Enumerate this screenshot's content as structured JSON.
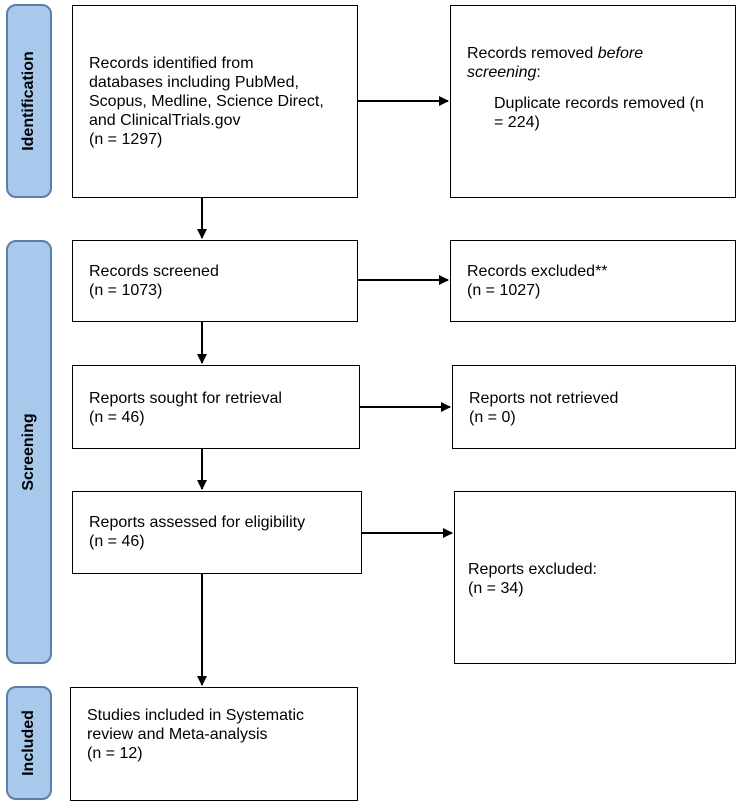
{
  "phases": {
    "identification": "Identification",
    "screening": "Screening",
    "included": "Included"
  },
  "boxes": {
    "identified": {
      "line1": "Records identified from",
      "line2": "databases including PubMed,",
      "line3": "Scopus, Medline, Science Direct,",
      "line4": "and ClinicalTrials.gov",
      "count": "(n = 1297)"
    },
    "removed": {
      "title_pre": "Records removed ",
      "title_em": "before",
      "title_em2": "screening",
      "title_post": ":",
      "detail1": "Duplicate records removed (n",
      "detail2": "= 224)"
    },
    "screened": {
      "title": "Records screened",
      "count": "(n = 1073)"
    },
    "excluded": {
      "title": "Records excluded**",
      "count": "(n = 1027)"
    },
    "sought": {
      "title": "Reports sought for retrieval",
      "count": "(n = 46)"
    },
    "not_retrieved": {
      "title": "Reports not retrieved",
      "count": "(n = 0)"
    },
    "assessed": {
      "title": "Reports assessed for eligibility",
      "count": "(n = 46)"
    },
    "reports_excluded": {
      "title": "Reports excluded:",
      "count": "(n = 34)"
    },
    "included": {
      "line1": "Studies included in Systematic",
      "line2": "review and Meta-analysis",
      "count": "(n = 12)"
    }
  }
}
